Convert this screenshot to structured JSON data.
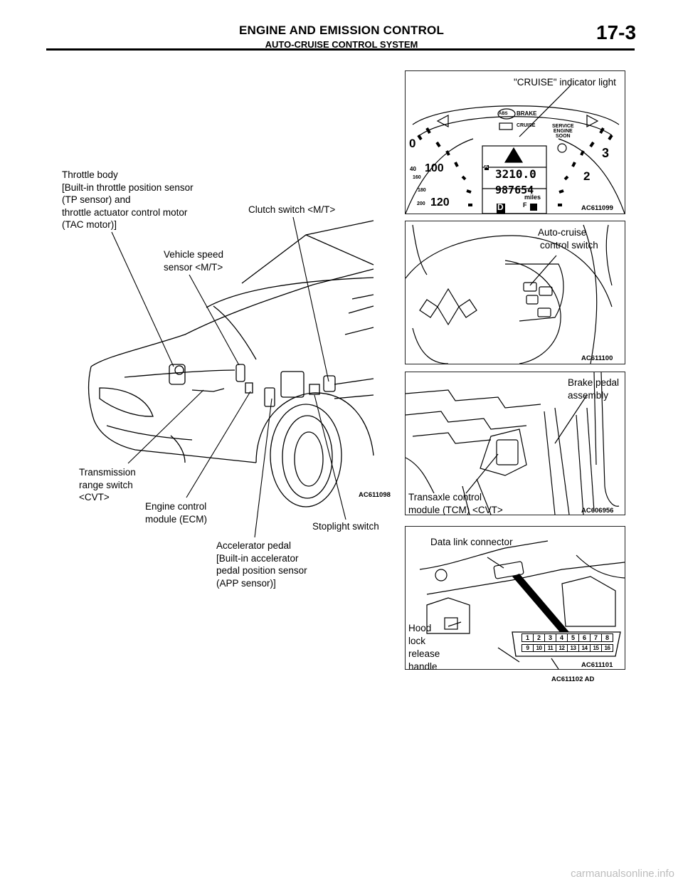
{
  "header": {
    "title": "ENGINE AND EMISSION CONTROL",
    "subtitle": "AUTO-CRUISE CONTROL SYSTEM",
    "page": "17-3"
  },
  "main_figure": {
    "labels": {
      "throttle_body": [
        "Throttle body",
        "[Built-in throttle position sensor",
        "(TP sensor) and",
        "throttle actuator control motor",
        "(TAC motor)]"
      ],
      "vehicle_speed_sensor": [
        "Vehicle speed",
        "sensor <M/T>"
      ],
      "clutch_switch": "Clutch switch <M/T>",
      "transmission_range_switch": [
        "Transmission",
        "range switch",
        "<CVT>"
      ],
      "ecm": [
        "Engine control",
        "module (ECM)"
      ],
      "accelerator_pedal": [
        "Accelerator pedal",
        "[Built-in accelerator",
        "pedal position sensor",
        "(APP sensor)]"
      ],
      "stoplight_switch": "Stoplight switch"
    },
    "code": "AC611098"
  },
  "panels": {
    "cluster": {
      "label": "\"CRUISE\" indicator light",
      "code": "AC611099",
      "display": {
        "trip": "3210.0",
        "odo": "987654",
        "unit": "miles",
        "trip_mode": "A",
        "gear": "D",
        "fuel": "F",
        "speed_left": [
          "0",
          "100",
          "120"
        ],
        "speed_small": [
          "40",
          "160",
          "180",
          "200"
        ],
        "tach_right": [
          "3",
          "2"
        ],
        "brake_text": "BRAKE",
        "cruise_text": "CRUISE",
        "service_text": [
          "SERVICE",
          "ENGINE",
          "SOON"
        ],
        "abs_text": "ABS"
      }
    },
    "steering": {
      "label": [
        "Auto-cruise",
        "control switch"
      ],
      "code": "AC611100"
    },
    "brake": {
      "label_top": [
        "Brake pedal",
        "assembly"
      ],
      "label_bottom": [
        "Transaxle control",
        "module (TCM) <CVT>"
      ],
      "code": "AC606956"
    },
    "dlc": {
      "label_top": "Data link connector",
      "label_left": [
        "Hood",
        "lock",
        "release",
        "handle"
      ],
      "pins_top": [
        "1",
        "2",
        "3",
        "4",
        "5",
        "6",
        "7",
        "8"
      ],
      "pins_bottom": [
        "9",
        "10",
        "11",
        "12",
        "13",
        "14",
        "15",
        "16"
      ],
      "code": "AC611101"
    }
  },
  "figure_code": "AC611102 AD",
  "footer": "carmanualsonline.info"
}
